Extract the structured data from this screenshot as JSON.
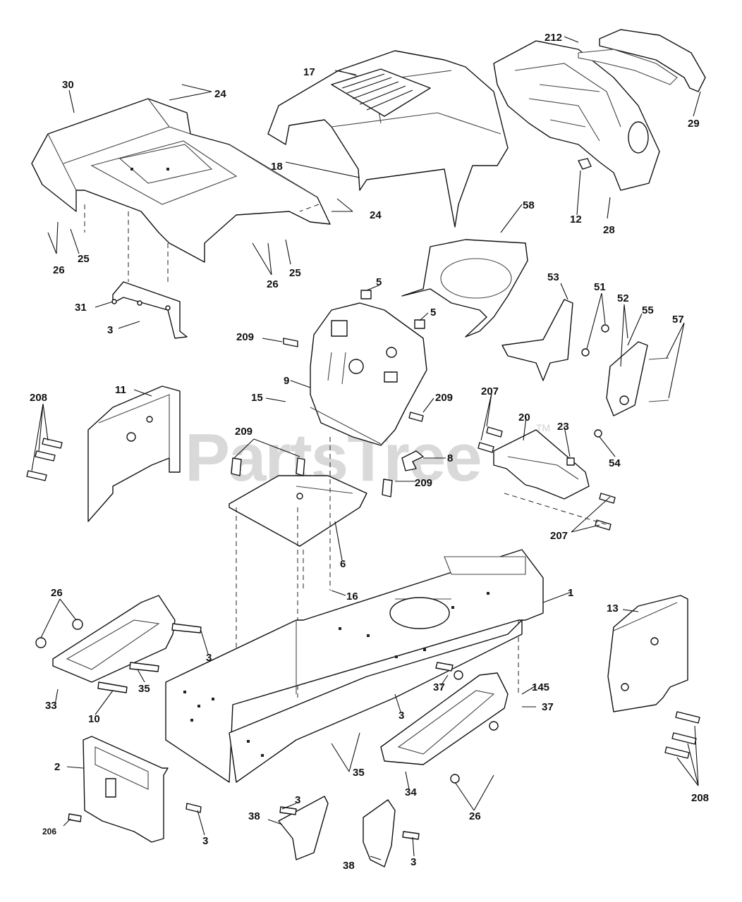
{
  "watermark": {
    "text": "PartsTree",
    "tm": "TM"
  },
  "callouts": [
    "1",
    "2",
    "3",
    "3",
    "3",
    "3",
    "3",
    "3",
    "5",
    "5",
    "6",
    "8",
    "9",
    "10",
    "11",
    "12",
    "13",
    "15",
    "16",
    "17",
    "18",
    "20",
    "23",
    "24",
    "24",
    "25",
    "25",
    "26",
    "26",
    "26",
    "26",
    "28",
    "29",
    "30",
    "31",
    "33",
    "34",
    "35",
    "35",
    "37",
    "37",
    "38",
    "38",
    "51",
    "52",
    "53",
    "54",
    "55",
    "57",
    "58",
    "145",
    "206",
    "207",
    "207",
    "208",
    "208",
    "209",
    "209",
    "209",
    "209",
    "212"
  ]
}
